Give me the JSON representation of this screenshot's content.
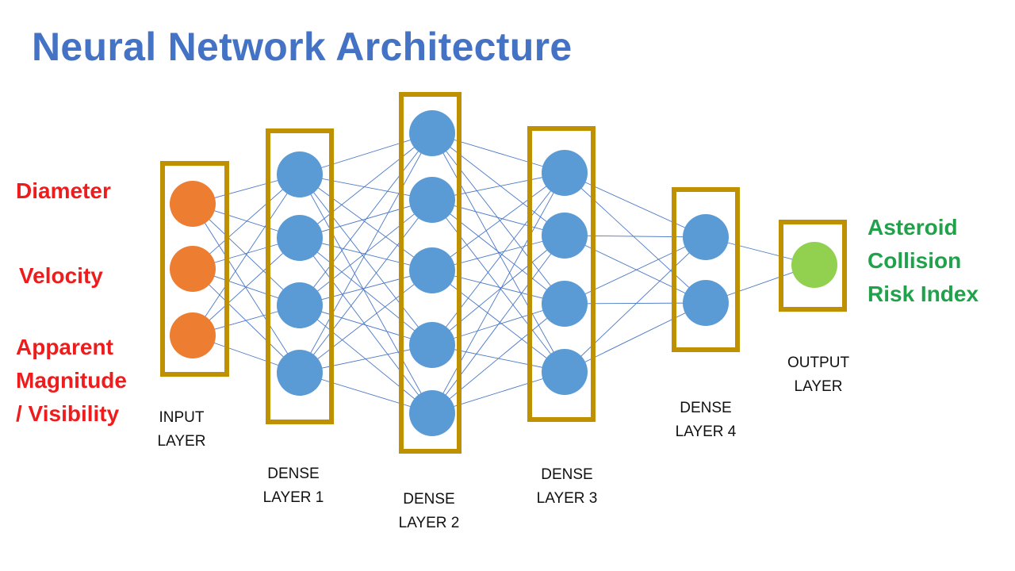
{
  "title": "Neural Network Architecture",
  "inputs": [
    {
      "lines": [
        "Diameter"
      ]
    },
    {
      "lines": [
        "Velocity"
      ]
    },
    {
      "lines": [
        "Apparent",
        "Magnitude",
        "/ Visibility"
      ]
    }
  ],
  "output": {
    "lines": [
      "Asteroid",
      "Collision",
      "Risk Index"
    ]
  },
  "layers": [
    {
      "id": "input",
      "label": [
        "INPUT",
        "LAYER"
      ],
      "neurons": 3,
      "fill": "#ed7d31"
    },
    {
      "id": "dense-1",
      "label": [
        "DENSE",
        "LAYER 1"
      ],
      "neurons": 4,
      "fill": "#5b9bd5"
    },
    {
      "id": "dense-2",
      "label": [
        "DENSE",
        "LAYER 2"
      ],
      "neurons": 5,
      "fill": "#5b9bd5"
    },
    {
      "id": "dense-3",
      "label": [
        "DENSE",
        "LAYER 3"
      ],
      "neurons": 4,
      "fill": "#5b9bd5"
    },
    {
      "id": "dense-4",
      "label": [
        "DENSE",
        "LAYER 4"
      ],
      "neurons": 2,
      "fill": "#5b9bd5"
    },
    {
      "id": "output",
      "label": [
        "OUTPUT",
        "LAYER"
      ],
      "neurons": 1,
      "fill": "#92d050"
    }
  ],
  "colors": {
    "title": "#4472c4",
    "input_text": "#ee1c1c",
    "output_text": "#1fa24a",
    "layer_box": "#bf9000",
    "connection": "#4a78c8"
  }
}
